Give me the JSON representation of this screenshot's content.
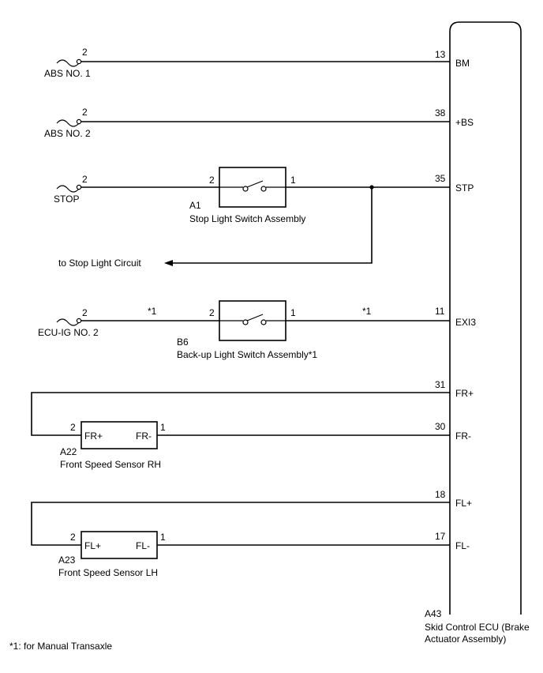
{
  "ecu": {
    "code": "A43",
    "name_line1": "Skid Control ECU (Brake",
    "name_line2": "Actuator Assembly)"
  },
  "fuses": [
    {
      "name": "ABS NO. 1",
      "pin": "2"
    },
    {
      "name": "ABS NO. 2",
      "pin": "2"
    },
    {
      "name": "STOP",
      "pin": "2"
    },
    {
      "name": "ECU-IG NO. 2",
      "pin": "2"
    }
  ],
  "ecu_pins": [
    {
      "pin": "13",
      "terminal": "BM"
    },
    {
      "pin": "38",
      "terminal": "+BS"
    },
    {
      "pin": "35",
      "terminal": "STP"
    },
    {
      "pin": "11",
      "terminal": "EXI3"
    },
    {
      "pin": "31",
      "terminal": "FR+"
    },
    {
      "pin": "30",
      "terminal": "FR-"
    },
    {
      "pin": "18",
      "terminal": "FL+"
    },
    {
      "pin": "17",
      "terminal": "FL-"
    }
  ],
  "switches": [
    {
      "code": "A1",
      "name": "Stop Light Switch Assembly",
      "pin_in": "2",
      "pin_out": "1"
    },
    {
      "code": "B6",
      "name": "Back-up Light Switch Assembly*1",
      "pin_in": "2",
      "pin_out": "1"
    }
  ],
  "sensors": [
    {
      "code": "A22",
      "name": "Front Speed Sensor RH",
      "plus_label": "FR+",
      "minus_label": "FR-",
      "pin_plus": "2",
      "pin_minus": "1"
    },
    {
      "code": "A23",
      "name": "Front Speed Sensor LH",
      "plus_label": "FL+",
      "minus_label": "FL-",
      "pin_plus": "2",
      "pin_minus": "1"
    }
  ],
  "branch_label": "to Stop Light Circuit",
  "wire_note": "*1",
  "footnote": "*1: for Manual Transaxle"
}
